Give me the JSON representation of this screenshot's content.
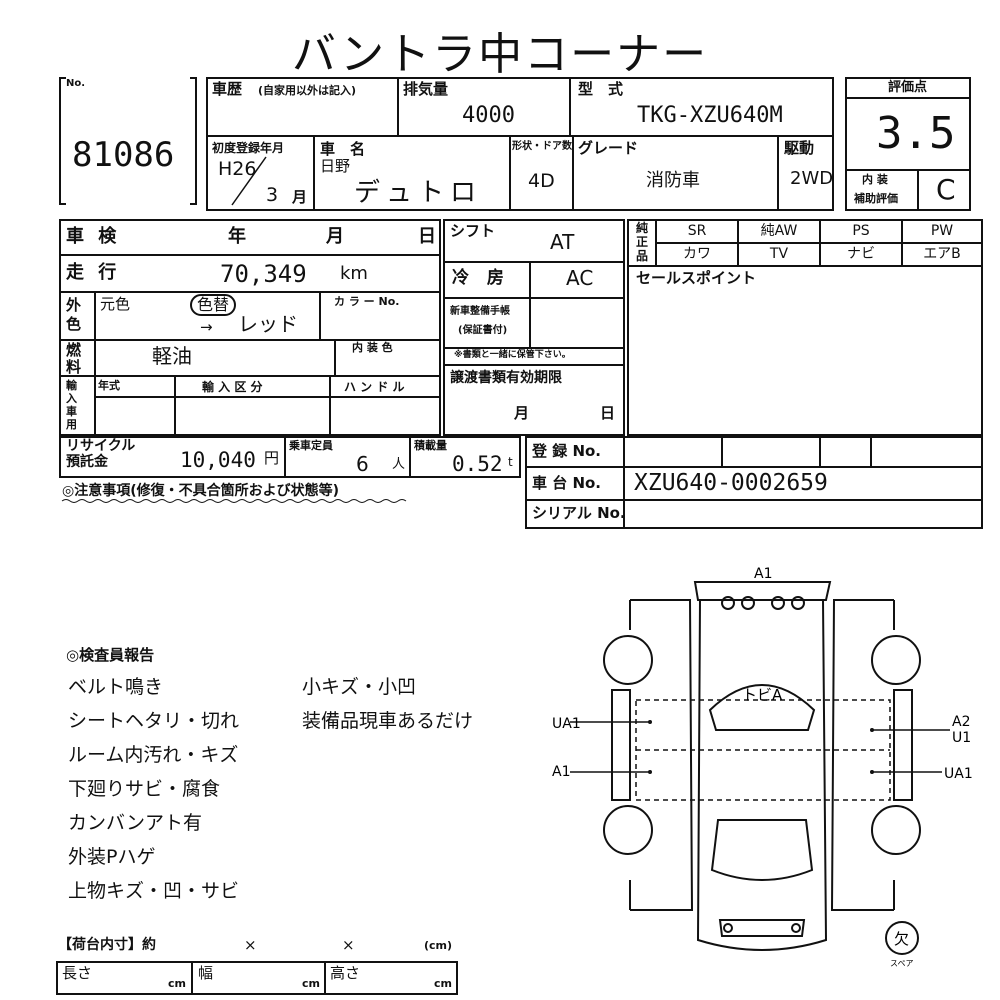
{
  "header": {
    "title": "バントラ中コーナー",
    "no_label": "No.",
    "lot_no": "81086"
  },
  "history": {
    "label": "車歴",
    "note": "(自家用以外は記入)"
  },
  "engine": {
    "label": "排気量",
    "value": "4000"
  },
  "model": {
    "label": "型　式",
    "value": "TKG-XZU640M"
  },
  "score": {
    "label": "評価点",
    "value": "3.5",
    "interior_label_1": "内 装",
    "interior_label_2": "補助評価",
    "interior_value": "C"
  },
  "first_reg": {
    "label": "初度登録年月",
    "era": "H26",
    "month": "3",
    "month_unit": "月"
  },
  "car_name": {
    "label": "車　名",
    "maker": "日野",
    "value": "デュトロ"
  },
  "doors": {
    "label": "形状・ドア数",
    "value": "4D"
  },
  "grade": {
    "label": "グレード",
    "value": "消防車"
  },
  "drive": {
    "label": "駆動",
    "value": "2WD"
  },
  "inspection": {
    "label": "車 検",
    "year": "年",
    "month": "月",
    "day": "日"
  },
  "shift": {
    "label": "シフト",
    "value": "AT"
  },
  "equipment": {
    "label": "純正品",
    "row1": [
      "SR",
      "純AW",
      "PS",
      "PW"
    ],
    "row2": [
      "カワ",
      "TV",
      "ナビ",
      "エアB"
    ]
  },
  "mileage": {
    "label": "走 行",
    "value": "70,349",
    "unit": "km"
  },
  "aircon": {
    "label": "冷 房",
    "value": "AC"
  },
  "sales_point": {
    "label": "セールスポイント"
  },
  "color": {
    "label": "外色",
    "original_label": "元色",
    "changed_label": "色替",
    "arrow": "→",
    "value": "レッド",
    "color_no_label": "カ ラ ー No."
  },
  "manual": {
    "label_1": "新車整備手帳",
    "label_2": "(保証書付)",
    "note": "※書類と一緒に保管下さい。"
  },
  "fuel": {
    "label": "燃料",
    "value": "軽油",
    "interior_color_label": "内 装 色"
  },
  "import": {
    "label": "輸入車用",
    "year_label": "年式",
    "type_label": "輸 入 区 分",
    "handle_label": "ハ ン ド ル"
  },
  "transfer": {
    "label": "譲渡書類有効期限",
    "month": "月",
    "day": "日"
  },
  "recycle": {
    "label_1": "リサイクル",
    "label_2": "預託金",
    "value": "10,040",
    "unit": "円"
  },
  "capacity": {
    "label": "乗車定員",
    "value": "6",
    "unit": "人"
  },
  "load": {
    "label": "積載量",
    "value": "0.52",
    "unit": "t"
  },
  "registration": {
    "label": "登 録 No."
  },
  "chassis": {
    "label": "車 台 No.",
    "value": "XZU640-0002659"
  },
  "serial": {
    "label": "シリアル No."
  },
  "caution": {
    "label": "◎注意事項(修復・不具合箇所および状態等)"
  },
  "inspector": {
    "label": "◎検査員報告",
    "col1": [
      "ベルト鳴き",
      "シートヘタリ・切れ",
      "ルーム内汚れ・キズ",
      "下廻りサビ・腐食",
      "カンバンアト有",
      "外装Pハゲ",
      "上物キズ・凹・サビ"
    ],
    "col2": [
      "小キズ・小凹",
      "装備品現車あるだけ"
    ]
  },
  "cargo": {
    "label": "【荷台内寸】約",
    "x1": "×",
    "x2": "×",
    "unit_label": "(cm)",
    "length_label": "長さ",
    "width_label": "幅",
    "height_label": "高さ",
    "cm": "cm"
  },
  "diagram": {
    "front": "A1",
    "roof": "トビA",
    "left_upper": "UA1",
    "left_lower": "A1",
    "right_upper_1": "A2",
    "right_upper_2": "U1",
    "right_lower": "UA1",
    "spare_mark": "欠",
    "spare_label": "スペア"
  }
}
